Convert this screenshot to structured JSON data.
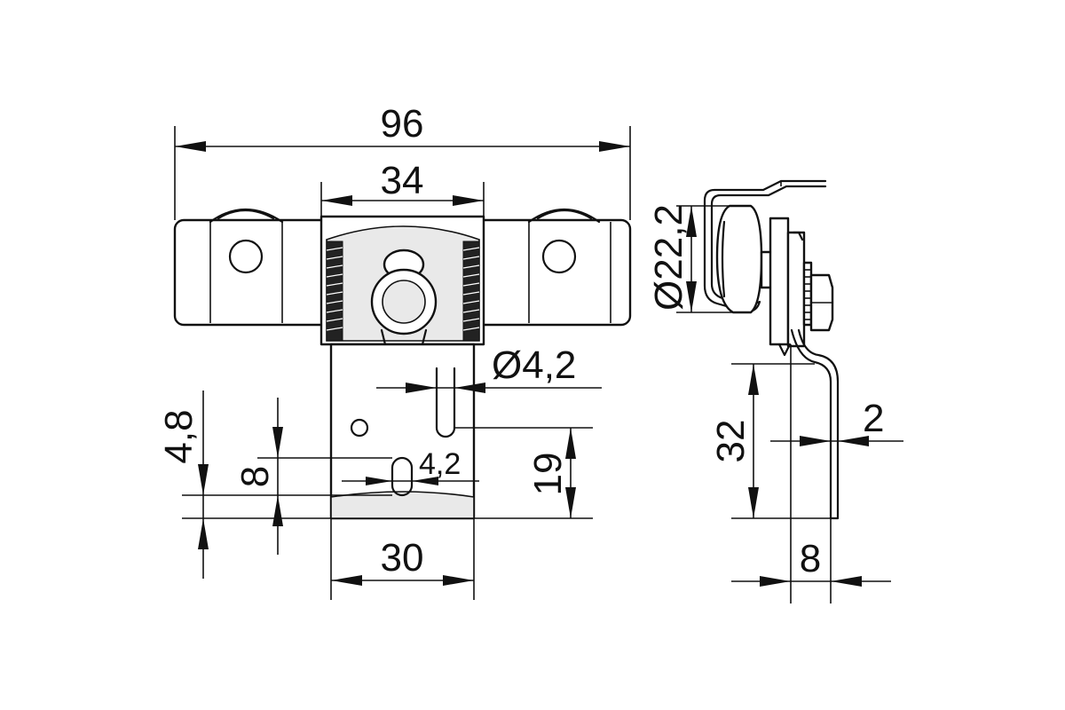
{
  "dimensions": {
    "overall_width": "96",
    "bracket_width": "34",
    "roller_diameter": "Ø22,2",
    "hole_diameter": "Ø4,2",
    "slot_width": "4,2",
    "slot_offset": "4,8",
    "slot_spacing": "8",
    "hole_height": "19",
    "plate_width": "30",
    "mount_height": "32",
    "sheet_thickness": "2",
    "side_offset": "8"
  }
}
